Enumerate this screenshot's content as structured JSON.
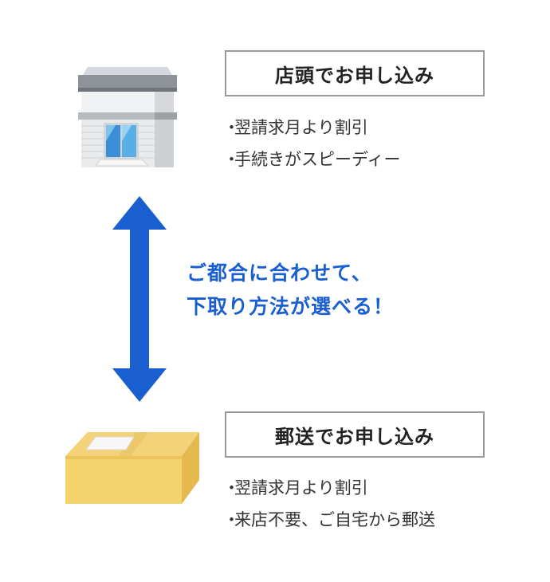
{
  "store": {
    "title": "店頭でお申し込み",
    "bullets": [
      "翌請求月より割引",
      "手続きがスピーディー"
    ],
    "icon": "storefront-icon"
  },
  "mail": {
    "title": "郵送でお申し込み",
    "bullets": [
      "翌請求月より割引",
      "来店不要、ご自宅から郵送"
    ],
    "icon": "cardboard-box-icon"
  },
  "message": {
    "line1": "ご都合に合わせて、",
    "line2": "下取り方法が選べる！"
  },
  "bullet_marker": "・",
  "arrow": {
    "icon": "double-headed-arrow-icon",
    "color": "#1a5fd0"
  }
}
